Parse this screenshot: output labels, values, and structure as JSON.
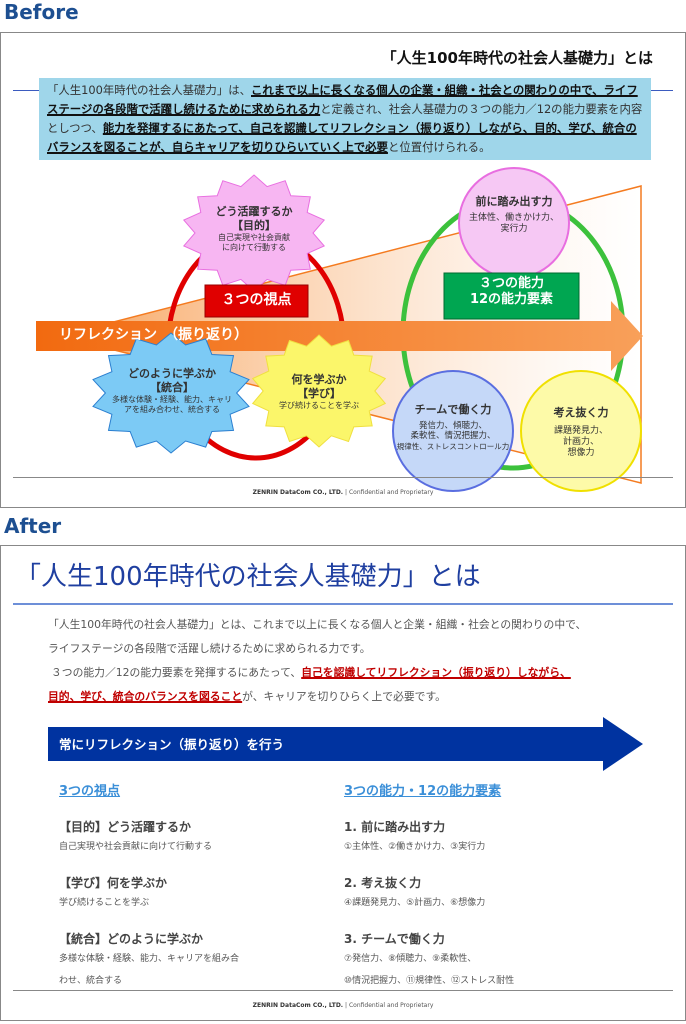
{
  "labels": {
    "before": "Before",
    "after": "After"
  },
  "footer": {
    "company": "ZENRIN DataCom CO., LTD.",
    "sep": "|",
    "note": "Confidential and Proprietary"
  },
  "before": {
    "title": "「人生100年時代の社会人基礎力」とは",
    "box": {
      "p1": "「人生100年時代の社会人基礎力」は、",
      "u1": "これまで以上に長くなる個人の企業・組織・社会との関わりの中で、ライフステージの各段階で活躍し続けるために求められる力",
      "p2": "と定義され、社会人基礎力の３つの能力／12の能力要素を内容としつつ、",
      "u2": "能力を発揮するにあたって、自己を認識してリフレクション（振り返り）しながら、目的、学び、統合のバランスを図ることが、自らキャリアを切りひらいていく上で必要",
      "p3": "と位置付けられる。"
    },
    "arrow": "リフレクション　（振り返り）",
    "viewpoints_label": "３つの視点",
    "abilities_label": [
      "３つの能力",
      "12の能力要素"
    ],
    "purpose": {
      "title": "どう活躍するか",
      "tag": "【目的】",
      "desc": [
        "自己実現や社会貢献",
        "に向けて行動する"
      ]
    },
    "learning": {
      "title": "何を学ぶか",
      "tag": "【学び】",
      "desc": "学び続けることを学ぶ"
    },
    "integration": {
      "title": "どのように学ぶか",
      "tag": "【統合】",
      "desc": [
        "多様な体験・経験、能力、キャリ",
        "アを組み合わせ、統合する"
      ]
    },
    "step": {
      "title": "前に踏み出す力",
      "desc": [
        "主体性、働きかけ力、",
        "実行力"
      ]
    },
    "team": {
      "title": "チームで働く力",
      "desc": [
        "発信力、傾聴力、",
        "柔軟性、情況把握力、",
        "規律性、ストレスコントロール力"
      ]
    },
    "think": {
      "title": "考え抜く力",
      "desc": [
        "課題発見力、",
        "計画力、",
        "想像力"
      ]
    },
    "colors": {
      "box": "#9fd6ea",
      "arrow": "#f47b20",
      "red": "#e00000",
      "green": "#00a651"
    }
  },
  "after": {
    "title": "「人生100年時代の社会人基礎力」とは",
    "para": {
      "l1": "「人生100年時代の社会人基礎力」とは、これまで以上に長くなる個人と企業・組織・社会との関わりの中で、",
      "l2": "ライフステージの各段階で活躍し続けるために求められる力です。",
      "l3a": "３つの能力／12の能力要素を発揮するにあたって、",
      "l3b": "自己を認識してリフレクション（振り返り）しながら、",
      "l4a": "目的、学び、統合のバランスを図ること",
      "l4b": "が、キャリアを切りひらく上で必要です。"
    },
    "banner": "常にリフレクション（振り返り）を行う",
    "left": {
      "heading": "3つの視点",
      "items": [
        {
          "title": "【目的】どう活躍するか",
          "desc": [
            "自己実現や社会貢献に向けて行動する"
          ]
        },
        {
          "title": "【学び】何を学ぶか",
          "desc": [
            "学び続けることを学ぶ"
          ]
        },
        {
          "title": "【統合】どのように学ぶか",
          "desc": [
            "多様な体験・経験、能力、キャリアを組み合",
            "わせ、統合する"
          ]
        }
      ]
    },
    "right": {
      "heading": "3つの能力・12の能力要素",
      "items": [
        {
          "title": "1. 前に踏み出す力",
          "desc": [
            "①主体性、②働きかけ力、③実行力"
          ]
        },
        {
          "title": "2. 考え抜く力",
          "desc": [
            "④課題発見力、⑤計画力、⑥想像力"
          ]
        },
        {
          "title": "3. チームで働く力",
          "desc": [
            "⑦発信力、⑧傾聴力、⑨柔軟性、",
            "⑩情況把握力、⑪規律性、⑫ストレス耐性"
          ]
        }
      ]
    },
    "colors": {
      "title": "#1f3fa0",
      "banner": "#0033a0",
      "heading": "#3b8fd8",
      "emphasis": "#c00000"
    }
  }
}
